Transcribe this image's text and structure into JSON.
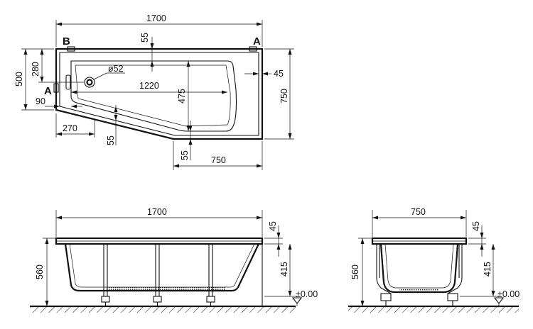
{
  "plan": {
    "overall_length": "1700",
    "rim_top": "55",
    "left_height": "500",
    "side_280": "280",
    "drain_diameter": "ø52",
    "inner_width": "475",
    "inner_length": "1220",
    "side_90": "90",
    "depth_750": "750",
    "rim_45": "45",
    "bottom_270": "270",
    "rim_bottom_left": "55",
    "rim_bottom_right": "55",
    "bottom_750": "750",
    "label_b": "B",
    "label_a_top": "A",
    "label_a_left": "A"
  },
  "front_view": {
    "overall_length": "1700",
    "rim": "45",
    "height": "560",
    "leg_height": "415",
    "level": "±0.00"
  },
  "side_view": {
    "width": "750",
    "rim": "45",
    "height": "560",
    "leg_height": "415",
    "level": "±0.00"
  }
}
